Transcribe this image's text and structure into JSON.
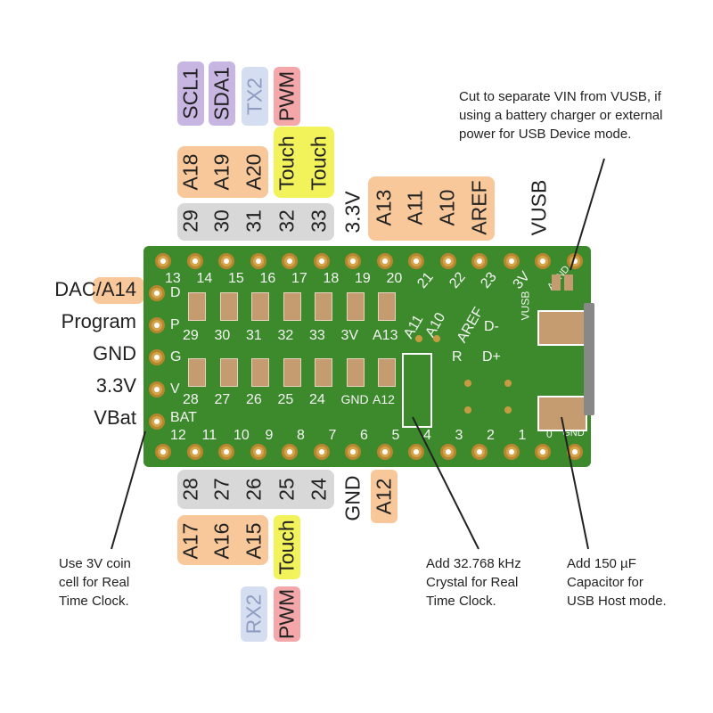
{
  "top_labels": {
    "row1": [
      "SCL1",
      "SDA1",
      "TX2",
      "PWM"
    ],
    "row2": [
      "A18",
      "A19",
      "A20",
      "Touch",
      "Touch"
    ],
    "row3": [
      "29",
      "30",
      "31",
      "32",
      "33",
      "3.3V",
      "A13",
      "A11",
      "A10",
      "AREF",
      "VUSB"
    ]
  },
  "left_labels": [
    "DAC/A14",
    "Program",
    "GND",
    "3.3V",
    "VBat"
  ],
  "bottom_labels": {
    "row1": [
      "28",
      "27",
      "26",
      "25",
      "24",
      "GND",
      "A12"
    ],
    "row2": [
      "A17",
      "A16",
      "A15",
      "Touch"
    ],
    "row3": [
      "RX2",
      "PWM"
    ]
  },
  "board_silk": {
    "top_pins": [
      "13",
      "14",
      "15",
      "16",
      "17",
      "18",
      "19",
      "20",
      "21",
      "22",
      "23",
      "3V",
      "AGND"
    ],
    "inner_top": [
      "29",
      "30",
      "31",
      "32",
      "33",
      "3V",
      "A13"
    ],
    "inner_bottom": [
      "28",
      "27",
      "26",
      "25",
      "24",
      "GND",
      "A12"
    ],
    "bottom_pins": [
      "12",
      "11",
      "10",
      "9",
      "8",
      "7",
      "6",
      "5",
      "4",
      "3",
      "2",
      "1",
      "0",
      "GND"
    ],
    "left_letters": [
      "D",
      "P",
      "G",
      "V",
      "BAT"
    ],
    "analog": [
      "A11",
      "A10",
      "AREF"
    ],
    "misc": [
      "D-",
      "D+",
      "R",
      "VUSB",
      "AGND"
    ]
  },
  "notes": {
    "vusb": [
      "Cut to separate VIN from VUSB, if",
      "using a battery charger or external",
      "power for USB Device mode."
    ],
    "coin": [
      "Use 3V coin",
      "cell for Real",
      "Time Clock."
    ],
    "crystal": [
      "Add 32.768 kHz",
      "Crystal for Real",
      "Time Clock."
    ],
    "capacitor": [
      "Add 150 µF",
      "Capacitor for",
      "USB Host mode."
    ]
  },
  "colors": {
    "purple": "#c8b6e2",
    "lavender": "#d5ddf0",
    "pink": "#f4a6a8",
    "orange": "#f8c89a",
    "yellow": "#f2f25a",
    "gray": "#d8d8d8",
    "board": "#3c8a2c"
  }
}
